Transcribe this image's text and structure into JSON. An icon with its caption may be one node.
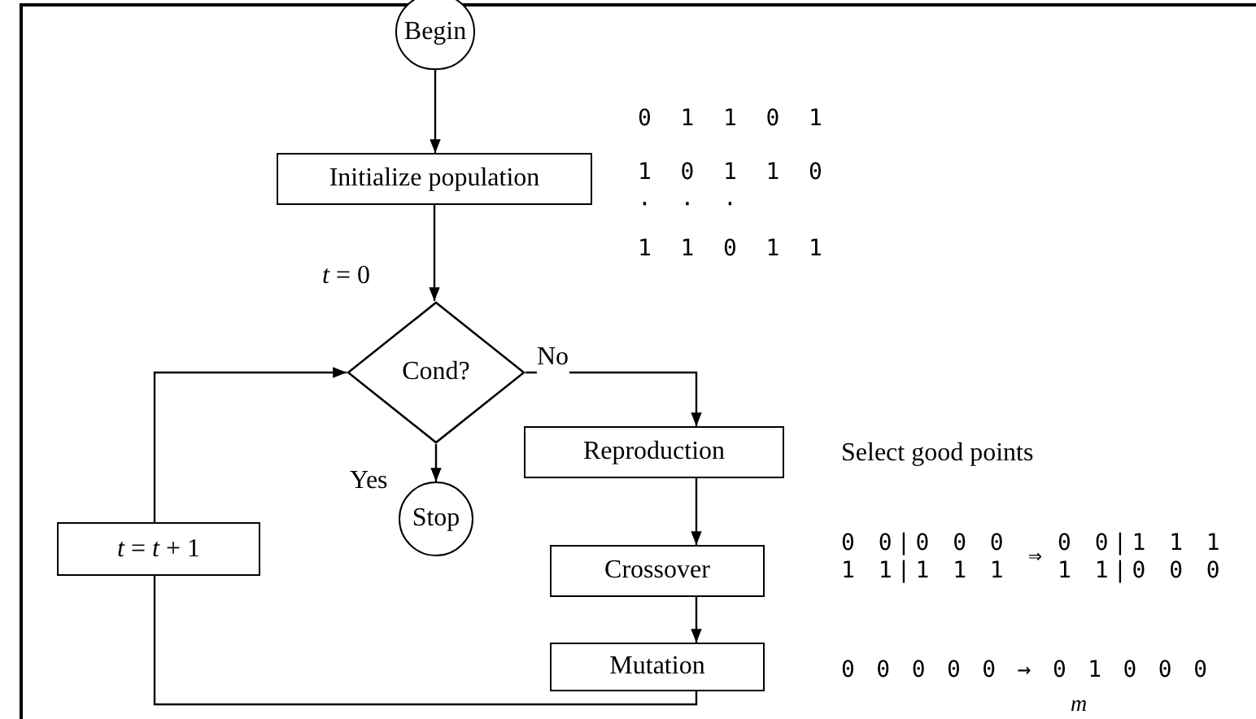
{
  "diagram": {
    "nodes": [
      {
        "text": [
          "Begin"
        ]
      },
      {
        "text": [
          "Initialize population"
        ]
      },
      {
        "text": [
          "Cond?"
        ]
      },
      {
        "text": [
          "Stop"
        ]
      },
      {
        "text": [
          "Reproduction"
        ],
        "beside": [
          "Select good points"
        ]
      },
      {
        "text": [
          "Crossover"
        ]
      },
      {
        "text": [
          "Mutation"
        ]
      },
      {
        "text": [
          "*t* = *t* + 1"
        ]
      }
    ],
    "edges": [
      {
        "from": 0,
        "to": 1,
        "arrow": "to"
      },
      {
        "from": 1,
        "to": 2,
        "arrow": "to",
        "label": "*t* = 0"
      },
      {
        "from": 2,
        "to": 3,
        "arrow": "to",
        "label": "Yes"
      },
      {
        "from": 2,
        "to": 4,
        "arrow": "to",
        "label": "No"
      },
      {
        "from": 4,
        "to": 5,
        "arrow": "to"
      },
      {
        "from": 5,
        "to": 6,
        "arrow": "to"
      },
      {
        "from": 6,
        "to": 7,
        "arrow": "none"
      },
      {
        "from": 7,
        "to": 2,
        "arrow": "to"
      }
    ],
    "labels": [
      "0 1 1 0 1",
      "1 0 1 1 0",
      "· · ·",
      "1 1 0 1 1",
      "0 0|0 0 0",
      "1 1|1 1 1",
      "⇒",
      "0 0|1 1 1",
      "1 1|0 0 0",
      "0 0 0 0 0 → 0 1 0 0 0",
      "m"
    ]
  }
}
